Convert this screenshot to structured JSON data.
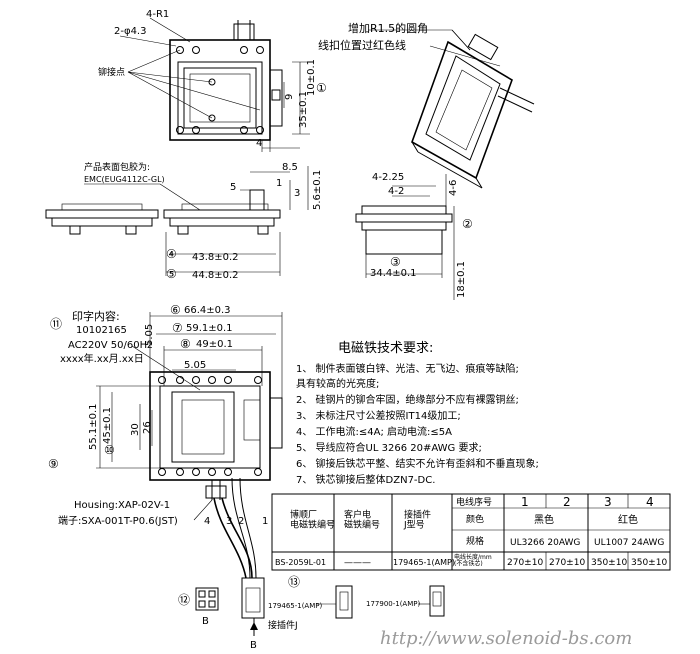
{
  "top_left": {
    "dims": [
      "4-R1",
      "2-φ4.3"
    ],
    "rivet_label": "铆接点",
    "right_dims": [
      "10±0.1",
      "9",
      "35±0.1",
      "4"
    ],
    "circle": "①"
  },
  "iso_note": [
    "增加R1.5的圆角",
    "线扣位置过红色线"
  ],
  "section_note": [
    "产品表面包胶为:",
    "EMC(EUG4112C-GL)"
  ],
  "mid_dims": [
    "8.5",
    "5",
    "1",
    "3",
    "5.6±0.1"
  ],
  "right_view": {
    "dims": [
      "4-2.25",
      "4-2",
      "4-6"
    ],
    "circle": "②"
  },
  "bottom_dims": {
    "d4": {
      "circle": "④",
      "value": "43.8±0.2"
    },
    "d5": {
      "circle": "⑤",
      "value": "44.8±0.2"
    },
    "d3": {
      "circle": "③",
      "value": "34.4±0.1"
    },
    "d18": "18±0.1"
  },
  "print_block": {
    "circle": "⑪",
    "title": "印字内容:",
    "lines": [
      "10102165",
      "AC220V 50/60Hz",
      "xxxx年.xx月.xx日"
    ]
  },
  "lower_dims": {
    "d6": {
      "circle": "⑥",
      "value": "66.4±0.3"
    },
    "d7": {
      "circle": "⑦",
      "value": "59.1±0.1"
    },
    "d8": {
      "circle": "⑧",
      "value": "49±0.1"
    },
    "d9": {
      "circle": "⑨",
      "value": "55.1±0.1"
    },
    "d10": {
      "circle": "⑩",
      "value": "45±0.1"
    },
    "small": [
      "5.05",
      "5.05",
      "30",
      "26",
      "4",
      "3",
      "2",
      "1"
    ]
  },
  "housing": [
    "Housing:XAP-02V-1",
    "端子:SXA-001T-P0.6(JST)"
  ],
  "requirements": {
    "title": "电磁铁技术要求:",
    "items": [
      "1、  制件表面镀白锌、光洁、无飞边、痕痕等缺陷;",
      "      具有较高的光亮度;",
      "2、  硅钢片的铆合牢固，绝缘部分不应有裸露铜丝;",
      "3、  未标注尺寸公差按照IT14级加工;",
      "4、  工作电流:≤4A; 启动电流:≤5A",
      "5、  导线应符合UL 3266 20#AWG 要求;",
      "6、  铆接后铁芯平整、结实不允许有歪斜和不垂直现象;",
      "7、  铁芯铆接后整体DZN7-DC."
    ]
  },
  "table": {
    "headers": [
      "博顺厂\n电磁铁编号",
      "客户电\n磁铁编号",
      "接插件\nJ型号"
    ],
    "spec_headers": [
      "电线序号",
      "颜色",
      "规格",
      "电线长度/mm\n(不含铁芯)"
    ],
    "wire_nums": [
      "1",
      "2",
      "3",
      "4"
    ],
    "colors": [
      "黑色",
      "红色"
    ],
    "specs": [
      "UL3266 20AWG",
      "UL1007 24AWG"
    ],
    "lengths": [
      "270±10",
      "270±10",
      "350±10",
      "350±10"
    ],
    "row": [
      "BS-2059L-01",
      "———",
      "179465-1(AMP)"
    ]
  },
  "connectors": {
    "c12": "⑫",
    "c13": "⑬",
    "label_b": "B",
    "a1": "179465-1(AMP)",
    "a2": "177900-1(AMP)",
    "plug": "接插件J"
  },
  "watermark": "http://www.solenoid-bs.com"
}
